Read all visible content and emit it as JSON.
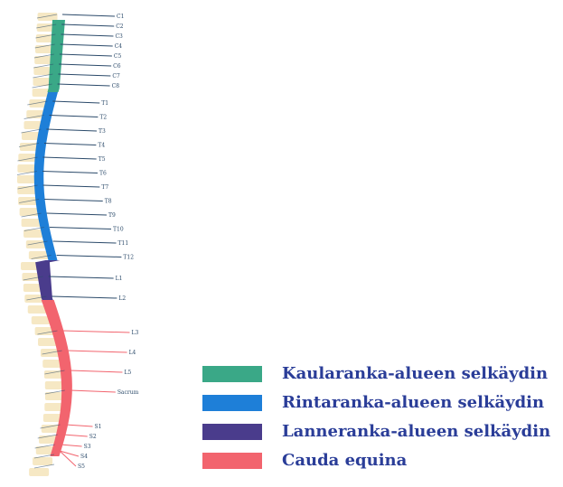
{
  "colors": {
    "cervical": "#3aa887",
    "thoracic": "#1e7fd8",
    "lumbar": "#4a3c8c",
    "cauda": "#f2646e",
    "nerve": "#2b4a6a",
    "bone": "#f3e0b0",
    "legend_text": "#2a3d98"
  },
  "nerves": [
    {
      "label": "C1",
      "region": "cervical"
    },
    {
      "label": "C2",
      "region": "cervical"
    },
    {
      "label": "C3",
      "region": "cervical"
    },
    {
      "label": "C4",
      "region": "cervical"
    },
    {
      "label": "C5",
      "region": "cervical"
    },
    {
      "label": "C6",
      "region": "cervical"
    },
    {
      "label": "C7",
      "region": "cervical"
    },
    {
      "label": "C8",
      "region": "cervical"
    },
    {
      "label": "T1",
      "region": "thoracic"
    },
    {
      "label": "T2",
      "region": "thoracic"
    },
    {
      "label": "T3",
      "region": "thoracic"
    },
    {
      "label": "T4",
      "region": "thoracic"
    },
    {
      "label": "T5",
      "region": "thoracic"
    },
    {
      "label": "T6",
      "region": "thoracic"
    },
    {
      "label": "T7",
      "region": "thoracic"
    },
    {
      "label": "T8",
      "region": "thoracic"
    },
    {
      "label": "T9",
      "region": "thoracic"
    },
    {
      "label": "T10",
      "region": "thoracic"
    },
    {
      "label": "T11",
      "region": "thoracic"
    },
    {
      "label": "T12",
      "region": "thoracic"
    },
    {
      "label": "L1",
      "region": "lumbar"
    },
    {
      "label": "L2",
      "region": "lumbar"
    },
    {
      "label": "L3",
      "region": "cauda"
    },
    {
      "label": "L4",
      "region": "cauda"
    },
    {
      "label": "L5",
      "region": "cauda"
    },
    {
      "label": "Sacrum",
      "region": "cauda"
    },
    {
      "label": "S1",
      "region": "cauda"
    },
    {
      "label": "S2",
      "region": "cauda"
    },
    {
      "label": "S3",
      "region": "cauda"
    },
    {
      "label": "S4",
      "region": "cauda"
    },
    {
      "label": "S5",
      "region": "cauda"
    }
  ],
  "legend": [
    {
      "label": "Kaularanka-alueen selkäydin",
      "color": "#3aa887"
    },
    {
      "label": "Rintaranka-alueen selkäydin",
      "color": "#1e7fd8"
    },
    {
      "label": "Lanneranka-alueen selkäydin",
      "color": "#4a3c8c"
    },
    {
      "label": "Cauda equina",
      "color": "#f2646e"
    }
  ]
}
